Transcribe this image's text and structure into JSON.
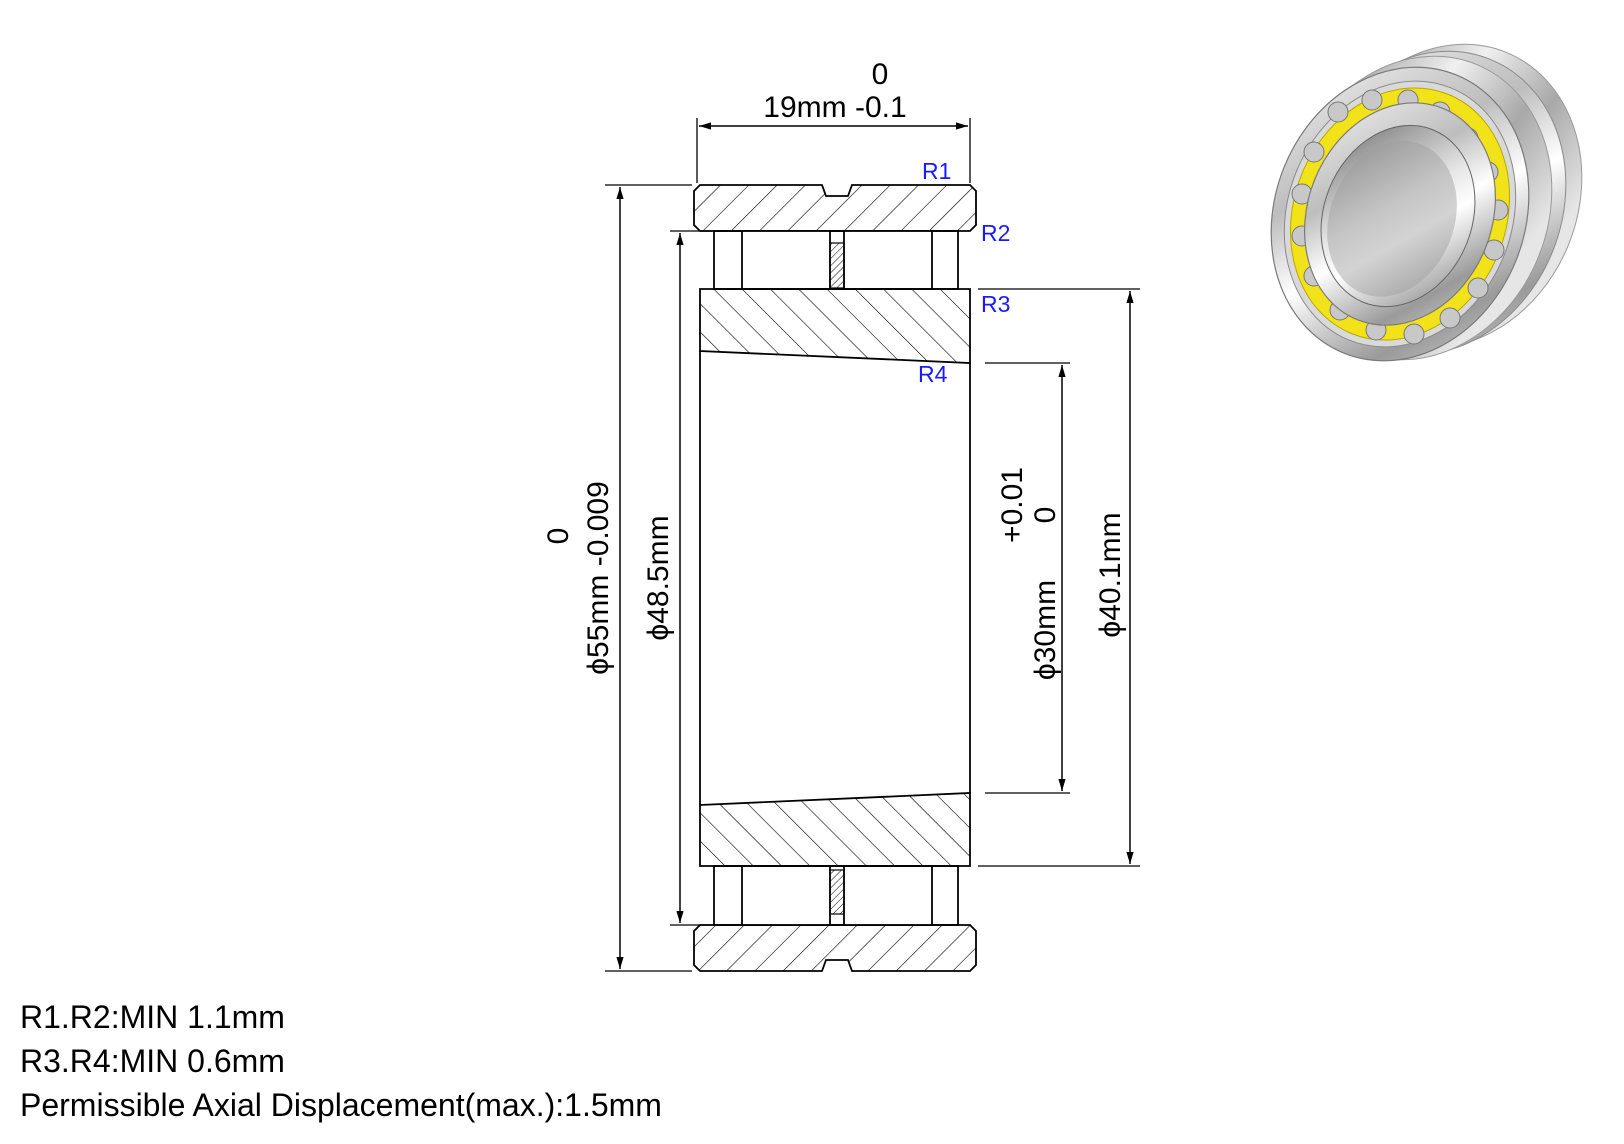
{
  "dimensions": {
    "width_tol": "0",
    "width": "19mm -0.1",
    "outer_tol": "0",
    "outer": "ϕ55mm -0.009",
    "roller_dia": "ϕ48.5mm",
    "bore_tol_upper": "+0.01",
    "bore_tol_lower": "0",
    "bore": "ϕ30mm",
    "taper_dia": "ϕ40.1mm"
  },
  "radius_labels": [
    "R1",
    "R2",
    "R3",
    "R4"
  ],
  "notes": [
    "R1.R2:MIN 1.1mm",
    "R3.R4:MIN 0.6mm",
    "Permissible Axial Displacement(max.):1.5mm"
  ],
  "colors": {
    "line": "#000000",
    "radius_label": "#1a1aff",
    "cage": "#f2e21a"
  }
}
